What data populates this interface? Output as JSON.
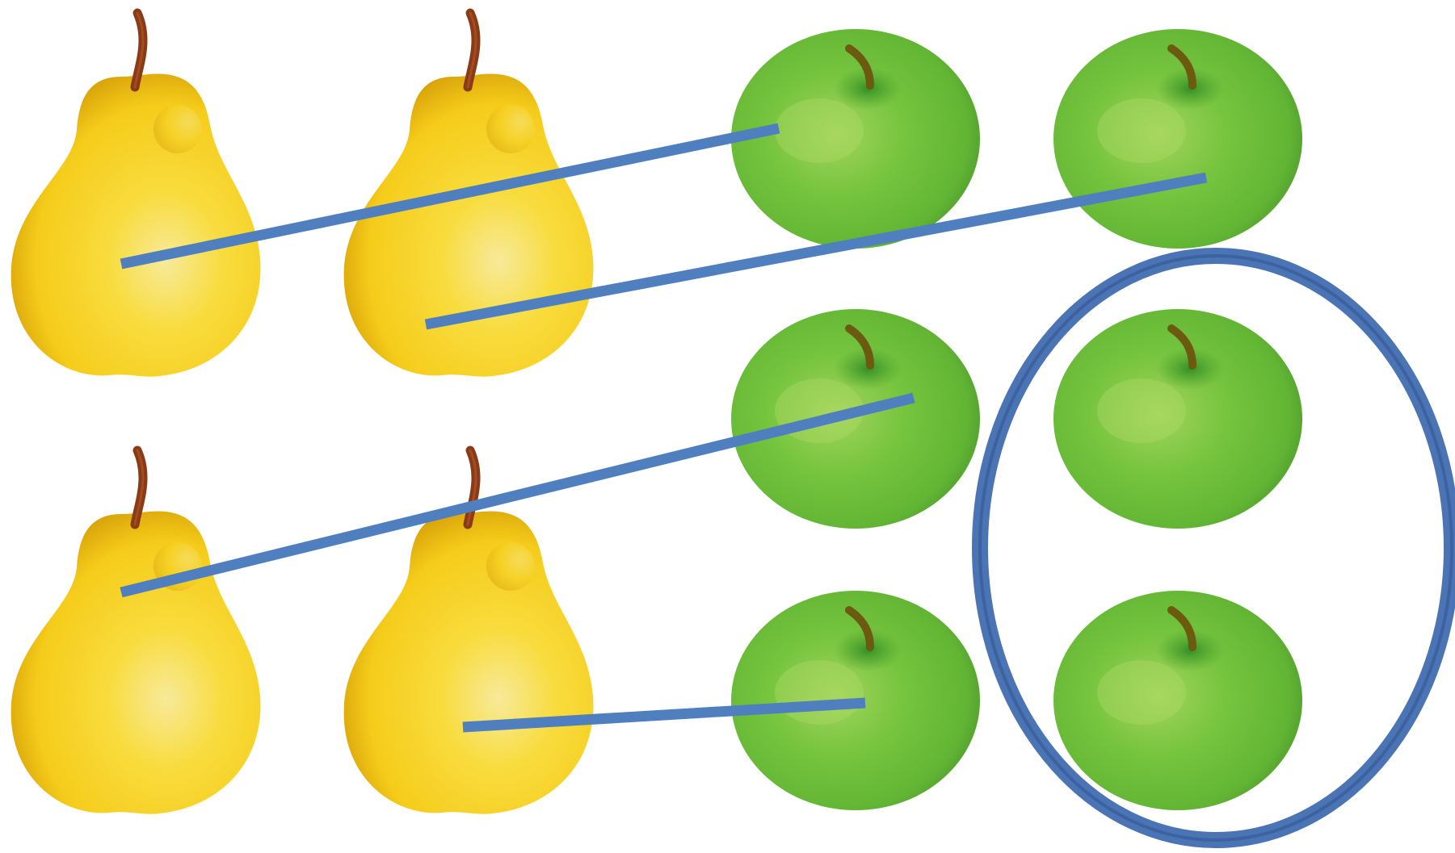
{
  "colors": {
    "background": "#ffffff",
    "pear_light": "#f7ea9a",
    "pear_mid": "#f7d21e",
    "pear_dark": "#d9a40a",
    "pear_stem": "#8a3a15",
    "apple_light": "#a2d45a",
    "apple_mid": "#6cc040",
    "apple_dark": "#4e9a2e",
    "apple_stem": "#6b5a10",
    "match_line": "#4f7fbf",
    "leftover_circle": "#4a74b4"
  },
  "icons": {
    "pear": "pear-icon",
    "apple": "apple-icon"
  },
  "counts": {
    "pears": 4,
    "apples": 6,
    "matched_pairs": 4,
    "leftover_apples": 2
  }
}
